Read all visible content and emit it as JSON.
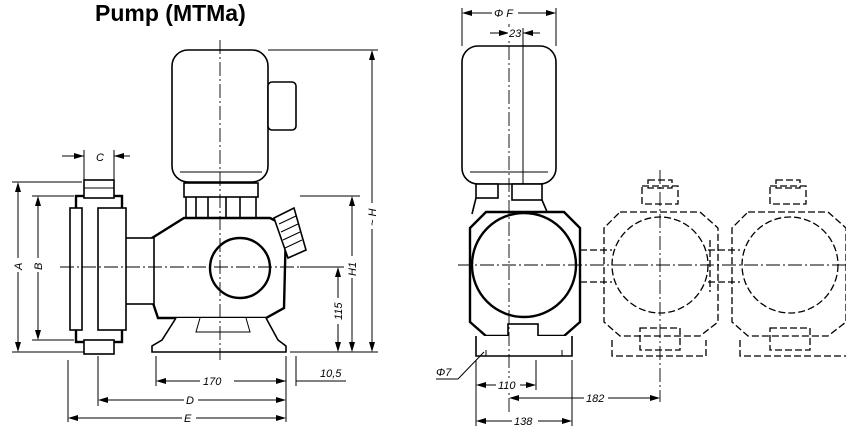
{
  "title": "Pump (MTMa)",
  "left_view": {
    "labels": {
      "A": "A",
      "B": "B",
      "C": "C",
      "D": "D",
      "E": "E",
      "H": "~ H",
      "H1": "H1",
      "d115": "115",
      "d170": "170",
      "d10_5": "10,5"
    }
  },
  "right_view": {
    "labels": {
      "F": "Φ F",
      "d23": "23",
      "phi7": "Φ7",
      "d110": "110",
      "d182": "182",
      "d138": "138"
    }
  }
}
